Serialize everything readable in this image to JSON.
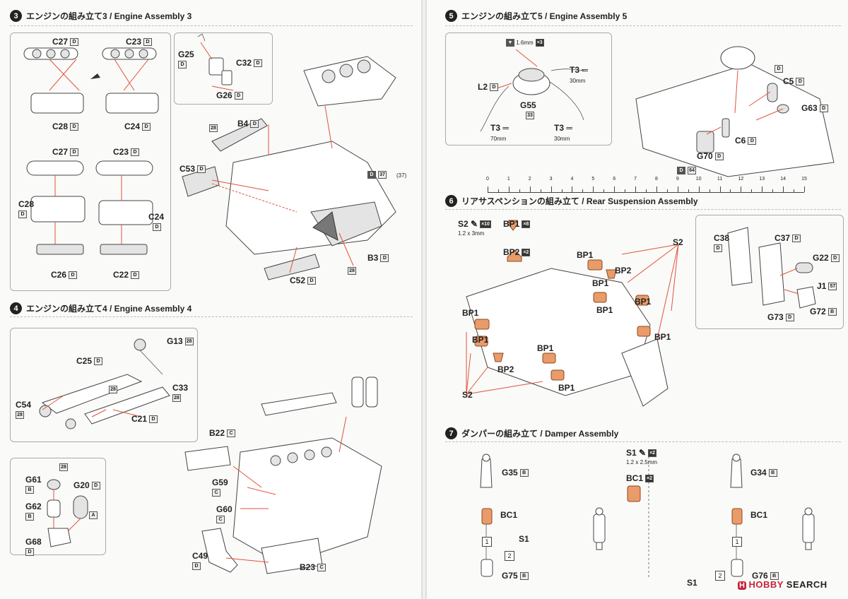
{
  "sections": {
    "s3": {
      "num": "3",
      "title": "エンジンの組み立て3 / Engine Assembly 3"
    },
    "s4": {
      "num": "4",
      "title": "エンジンの組み立て4 / Engine Assembly 4"
    },
    "s5": {
      "num": "5",
      "title": "エンジンの組み立て5 / Engine Assembly 5"
    },
    "s6": {
      "num": "6",
      "title": "リアサスペンションの組み立て / Rear Suspension Assembly"
    },
    "s7": {
      "num": "7",
      "title": "ダンパーの組み立て / Damper Assembly"
    }
  },
  "s3_labels": {
    "c27a": "C27",
    "c23a": "C23",
    "c28a": "C28",
    "c24a": "C24",
    "c27b": "C27",
    "c23b": "C23",
    "c28b": "C28",
    "c24b": "C24",
    "c26": "C26",
    "c22": "C22",
    "g25": "G25",
    "c32": "C32",
    "g26": "G26",
    "b4": "B4",
    "c53": "C53",
    "b3": "B3",
    "c52": "C52",
    "ref37": "37",
    "ref37b": "(37)",
    "tag28": "28",
    "tag28b": "28"
  },
  "s4_labels": {
    "g13": "G13",
    "c25": "C25",
    "c33": "C33",
    "c54": "C54",
    "c21": "C21",
    "tag28": "28",
    "g61": "G61",
    "g20": "G20",
    "g62": "G62",
    "g68": "G68",
    "tag28b": "28",
    "b22": "B22",
    "g59": "G59",
    "g60": "G60",
    "c49": "C49",
    "b23": "B23"
  },
  "s5_labels": {
    "drill": "1.6mm",
    "x3": "×3",
    "l2": "L2",
    "g55": "G55",
    "t3a": "T3",
    "t3a_len": "30mm",
    "t3b": "T3",
    "t3b_len": "70mm",
    "t3c": "T3",
    "t3c_len": "30mm",
    "tag33": "33",
    "c5": "C5",
    "g63": "G63",
    "c6": "C6",
    "g70": "G70",
    "ref64": "64"
  },
  "ruler": {
    "marks": [
      "0",
      "1",
      "2",
      "3",
      "4",
      "5",
      "6",
      "7",
      "8",
      "9",
      "10",
      "11",
      "12",
      "13",
      "14",
      "15"
    ]
  },
  "s6_labels": {
    "s2": "S2",
    "s2_qty": "×10",
    "s2_size": "1.2 x 3mm",
    "bp1": "BP1",
    "bp1_qty": "×8",
    "bp2": "BP2",
    "bp2_qty": "×2",
    "c38": "C38",
    "c37": "C37",
    "g22": "G22",
    "j1": "J1",
    "j1_tag": "57",
    "g73": "G73",
    "g72": "G72"
  },
  "s7_labels": {
    "g35": "G35",
    "g34": "G34",
    "bc1": "BC1",
    "s1": "S1",
    "s1_qty": "×2",
    "s1_size": "1.2 x 2.5mm",
    "bc1_qty": "×2",
    "g75": "G75",
    "g76": "G76",
    "step1": "1",
    "step2": "2"
  },
  "tags": {
    "d": "D",
    "b": "B",
    "c": "C",
    "a": "A"
  },
  "logo": {
    "icon": "H",
    "brand": "HOBBY",
    "rest": " SEARCH"
  }
}
